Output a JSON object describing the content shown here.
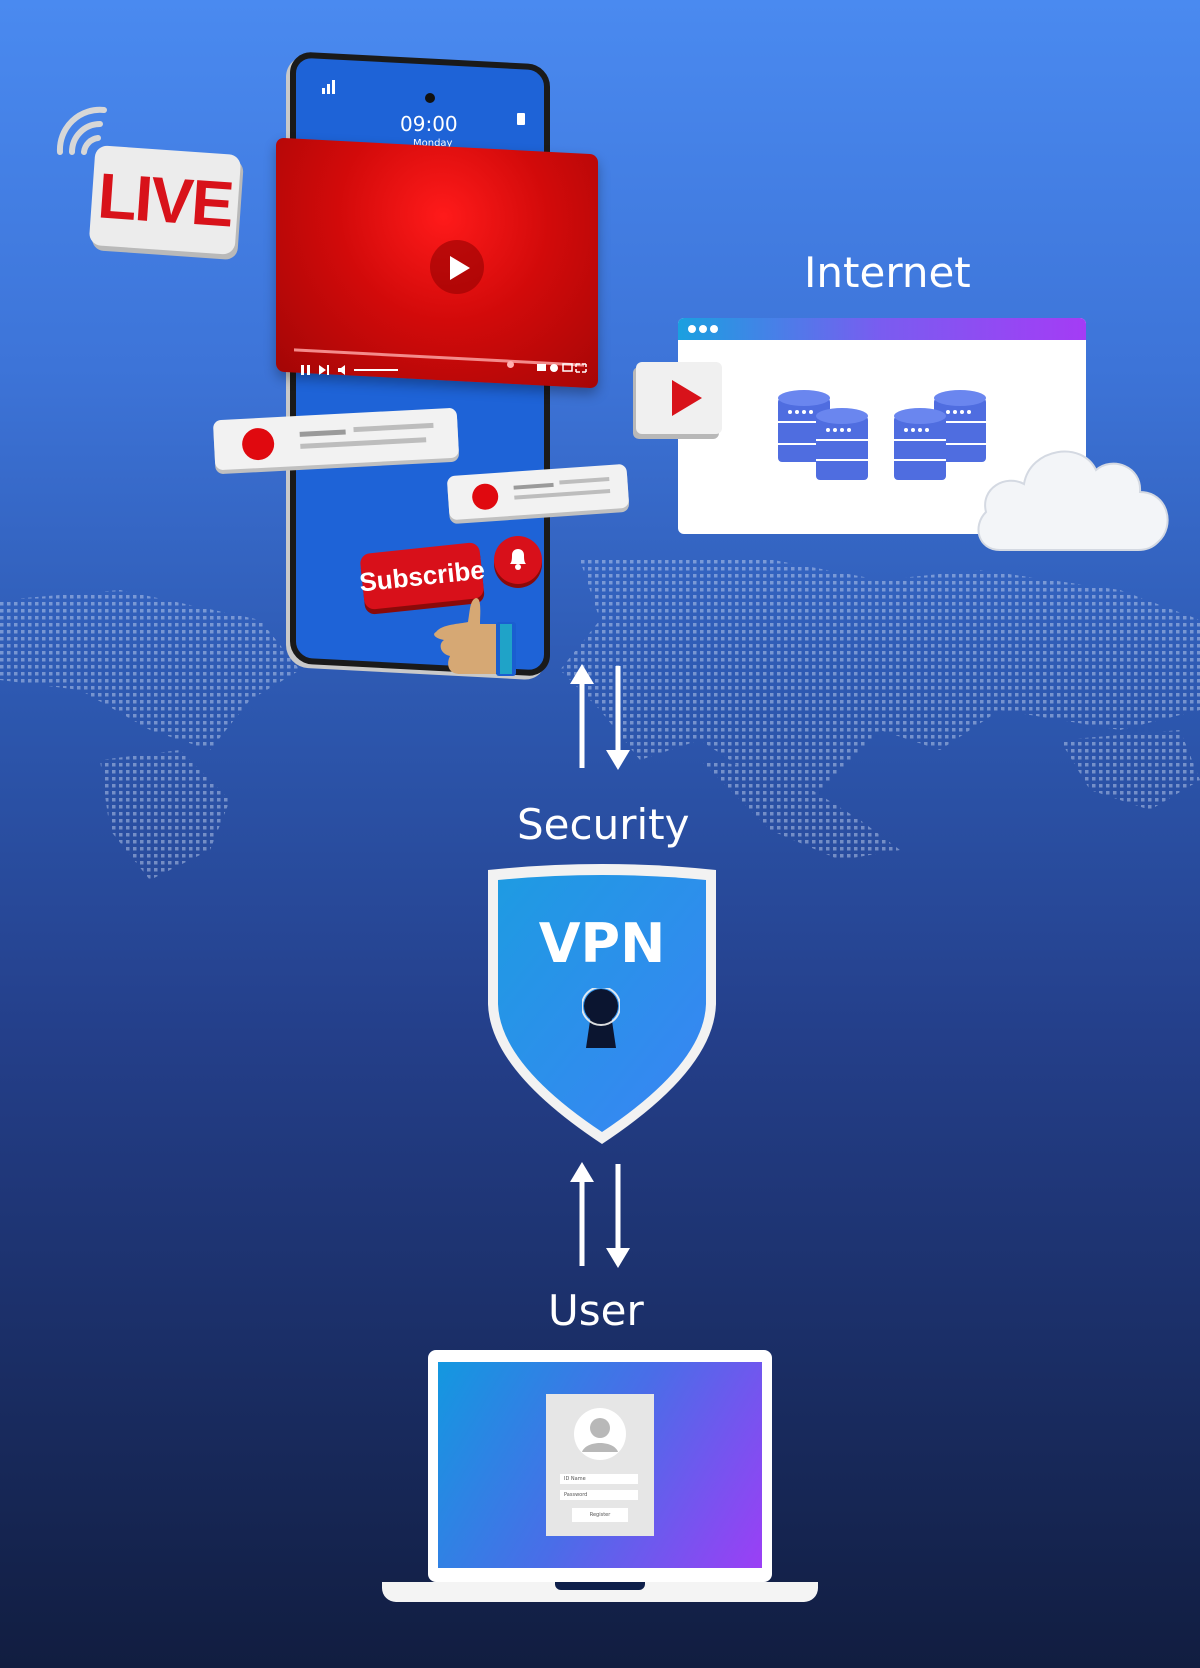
{
  "nodes": {
    "internet": "Internet",
    "security": "Security",
    "user": "User"
  },
  "vpn_shield": {
    "label": "VPN"
  },
  "live_badge": {
    "label": "LIVE"
  },
  "phone": {
    "time": "09:00",
    "day": "Monday",
    "subscribe_label": "Subscribe"
  },
  "login_form": {
    "id_field": "ID Name",
    "password_field": "Password",
    "register_button": "Register"
  },
  "colors": {
    "accent_red": "#d8121a",
    "shield_blue": "#2f8af0",
    "background_top": "#4a8af0",
    "background_bottom": "#111d40"
  },
  "icons": [
    "wifi-icon",
    "play-icon",
    "bell-icon",
    "thumbs-up-icon",
    "database-icon",
    "cloud-icon",
    "keyhole-icon",
    "user-avatar-icon",
    "arrows-up-down-icon"
  ]
}
